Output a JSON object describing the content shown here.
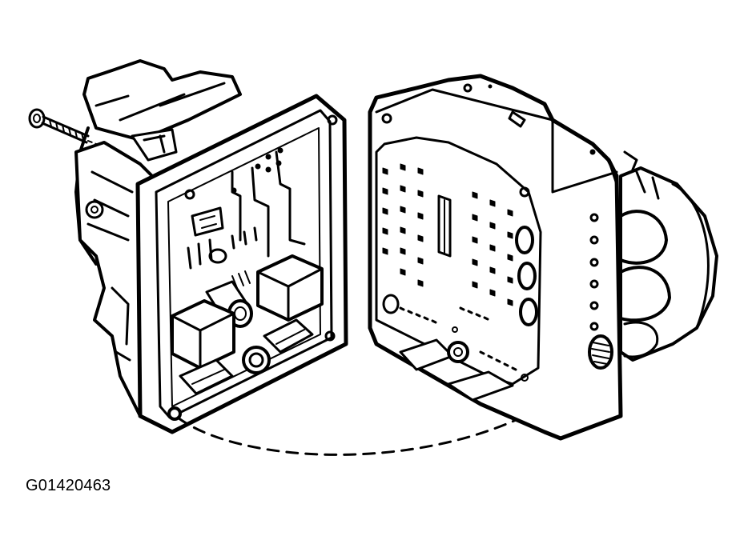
{
  "figure": {
    "id_label": "G01420463"
  },
  "colors": {
    "ink": "#000000",
    "paper": "#ffffff"
  },
  "parts": [
    "bolt",
    "control-module",
    "hydraulic-unit"
  ]
}
